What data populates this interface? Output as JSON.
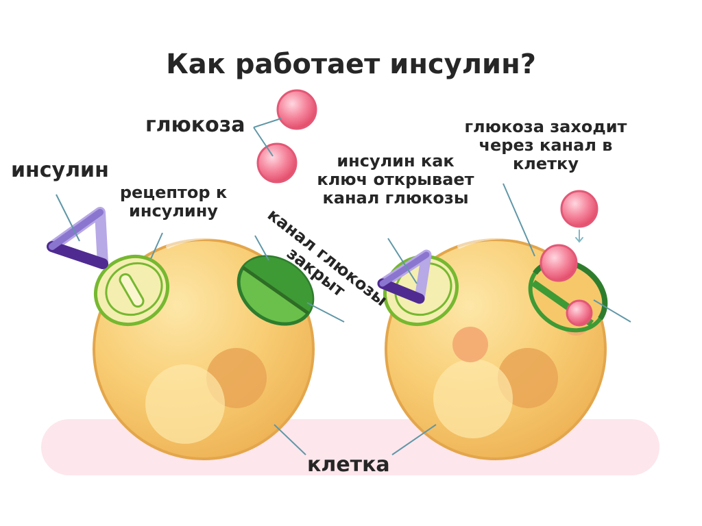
{
  "title": "Как работает инсулин?",
  "labels": {
    "glucose": "глюкоза",
    "insulin": "инсулин",
    "receptor": "рецептор к инсулину",
    "channel_closed": "канал глюкозы закрыт",
    "insulin_key": "инсулин как ключ открывает канал глюкозы",
    "glucose_enters": "глюкоза заходит через канал в клетку",
    "cell": "клетка"
  },
  "colors": {
    "cell_fill": "#f6c86a",
    "cell_outline": "#e0a54a",
    "nucleus": "#e9a656",
    "receptor_fill": "#f4eeb0",
    "receptor_outline": "#76b830",
    "channel_green": "#3e9a35",
    "channel_light": "#6ac04a",
    "glucose": "#f07890",
    "insulin_light": "#b7a8e6",
    "insulin_dark": "#4f2b91",
    "pink_band": "#fde6ec",
    "leader_line": "#5f97a7"
  }
}
